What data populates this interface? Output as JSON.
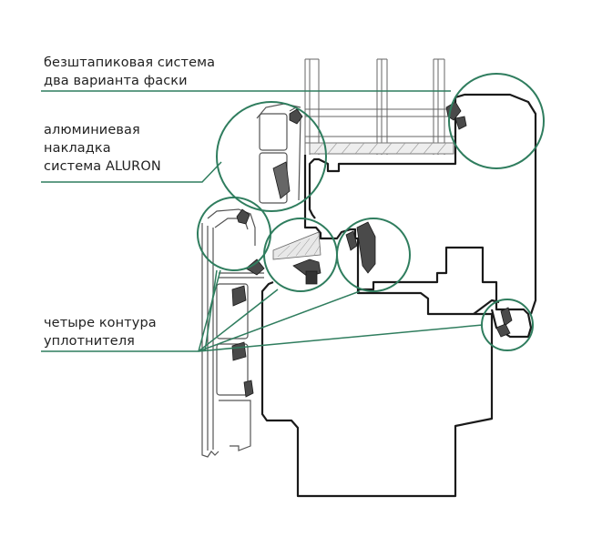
{
  "labels": {
    "frameless_system": [
      "безштапиковая система",
      "два варианта фаски"
    ],
    "aluminium_overlay": [
      "алюминиевая",
      "накладка",
      "система ALURON"
    ],
    "seal_contours": [
      "четыре контура",
      "уплотнителя"
    ]
  },
  "colors": {
    "callout_green": "#2f7d5e",
    "profile_outline": "#1a1a1a",
    "profile_inner": "#555555",
    "seal_fill": "#4a4a4a",
    "glass_lines": "#666666",
    "background": "#ffffff"
  }
}
